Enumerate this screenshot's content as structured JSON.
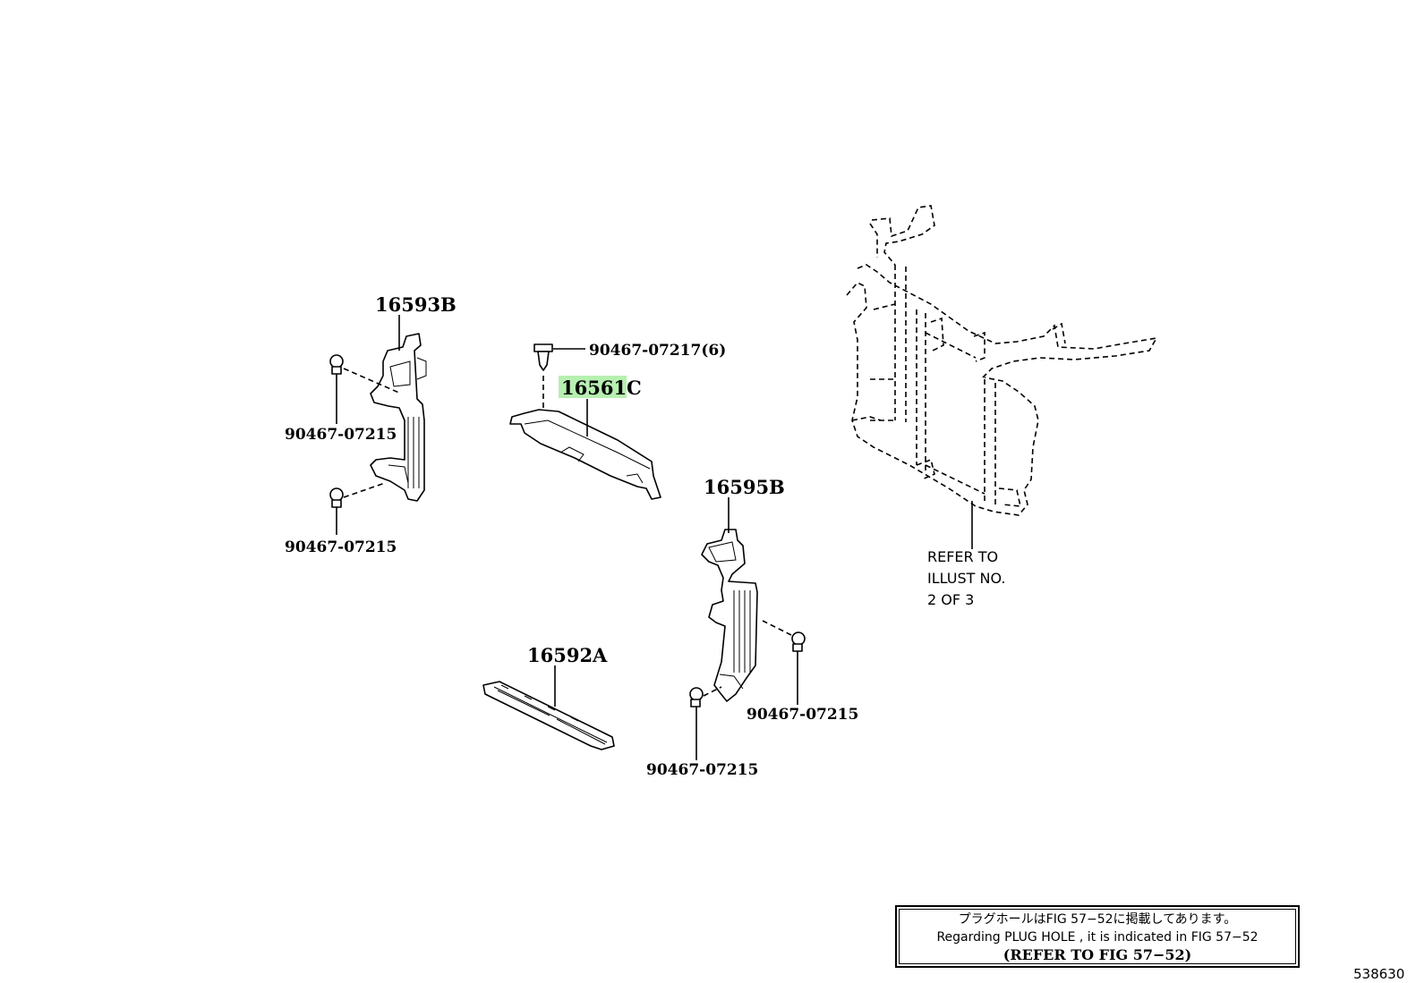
{
  "labels": {
    "p16593b": "16593B",
    "p16561c": "16561C",
    "p16595b": "16595B",
    "p16592a": "16592A",
    "bolt_top": "90467-07217(6)",
    "bolt_left_upper": "90467-07215",
    "bolt_left_lower": "90467-07215",
    "bolt_right_upper": "90467-07215",
    "bolt_right_lower": "90467-07215"
  },
  "refer": {
    "line1": "REFER TO",
    "line2": "ILLUST NO.",
    "line3": "2 OF 3"
  },
  "note_box": {
    "line1": "プラグホールはFIG 57−52に掲載してあります。",
    "line2": "Regarding  PLUG  HOLE , it is indicated in FIG  57−52",
    "line3": "(REFER  TO  FIG 57−52)"
  },
  "illustration_id": "538630",
  "colors": {
    "highlight": "#b6f0b0",
    "ink": "#000000"
  }
}
